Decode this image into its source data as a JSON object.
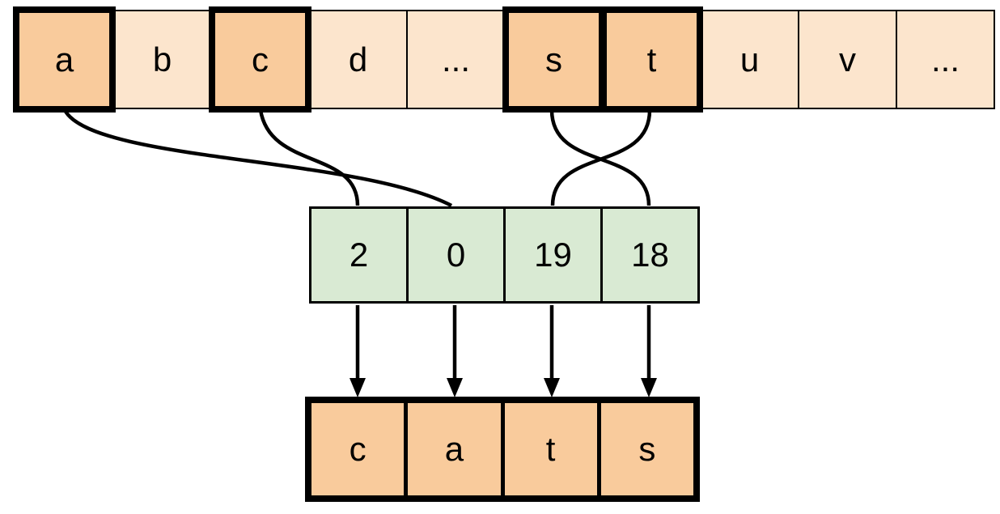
{
  "colors": {
    "background": "#ffffff",
    "highlight_fill": "#f9cb9c",
    "base_fill": "#fce5cd",
    "index_fill": "#d9ead3",
    "stroke": "#000000"
  },
  "alphabet_row": {
    "cells": [
      {
        "label": "a",
        "highlighted": true
      },
      {
        "label": "b",
        "highlighted": false
      },
      {
        "label": "c",
        "highlighted": true
      },
      {
        "label": "d",
        "highlighted": false
      },
      {
        "label": "...",
        "highlighted": false
      },
      {
        "label": "s",
        "highlighted": true
      },
      {
        "label": "t",
        "highlighted": true
      },
      {
        "label": "u",
        "highlighted": false
      },
      {
        "label": "v",
        "highlighted": false
      },
      {
        "label": "...",
        "highlighted": false
      }
    ]
  },
  "index_row": {
    "cells": [
      {
        "label": "2"
      },
      {
        "label": "0"
      },
      {
        "label": "19"
      },
      {
        "label": "18"
      }
    ]
  },
  "result_row": {
    "cells": [
      {
        "label": "c"
      },
      {
        "label": "a"
      },
      {
        "label": "t"
      },
      {
        "label": "s"
      }
    ]
  },
  "mappings": {
    "letter_to_index": [
      {
        "from": "a",
        "to": "0"
      },
      {
        "from": "c",
        "to": "2"
      },
      {
        "from": "s",
        "to": "18"
      },
      {
        "from": "t",
        "to": "19"
      }
    ],
    "index_to_result": [
      {
        "from": "2",
        "to": "c"
      },
      {
        "from": "0",
        "to": "a"
      },
      {
        "from": "19",
        "to": "t"
      },
      {
        "from": "18",
        "to": "s"
      }
    ]
  }
}
